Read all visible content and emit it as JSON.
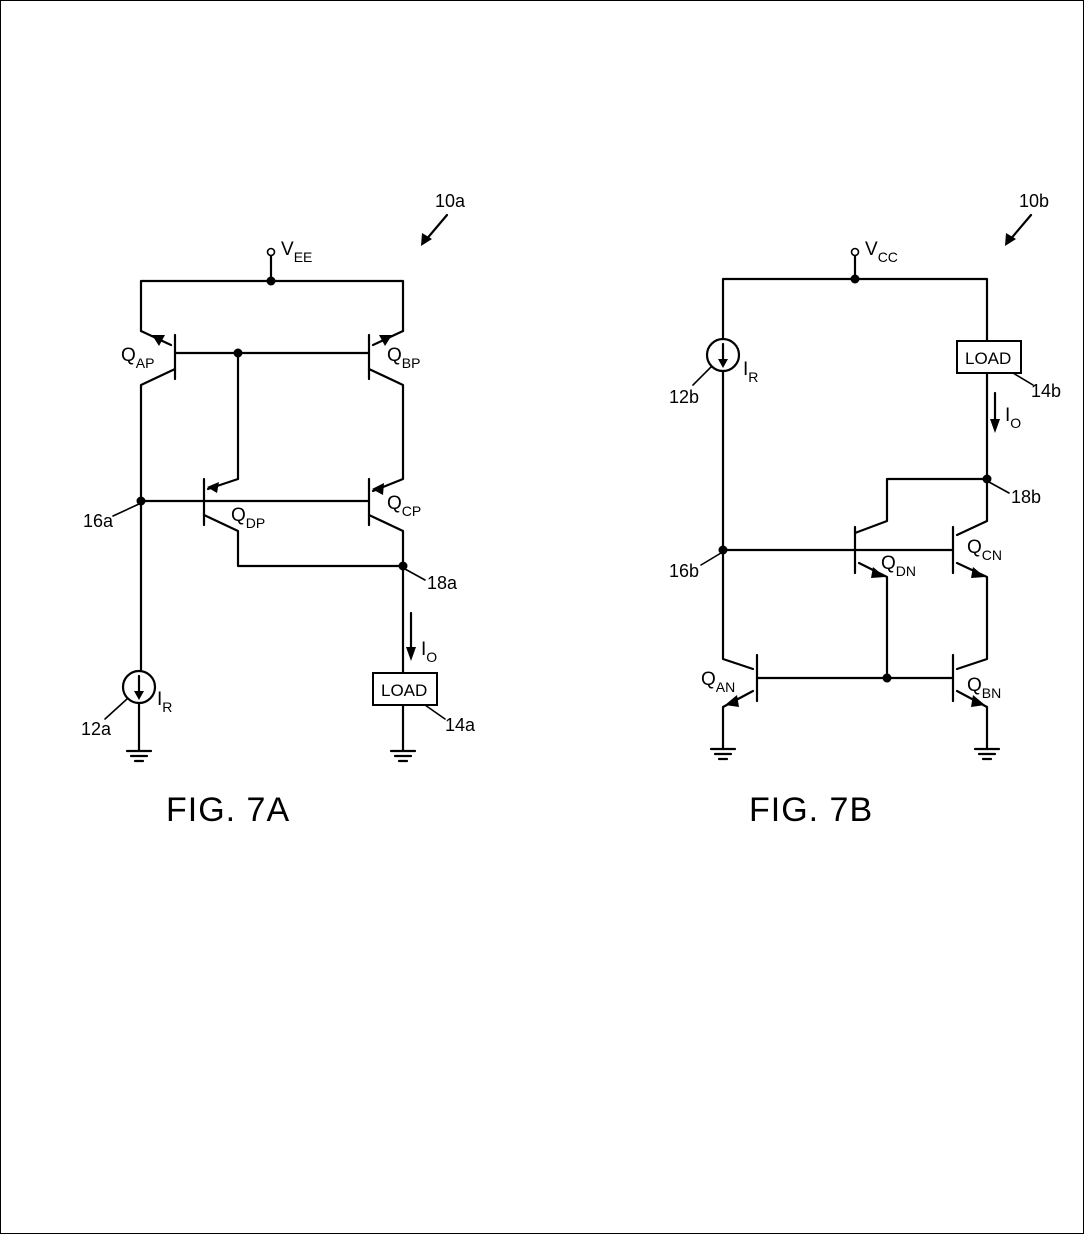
{
  "fig_7a": {
    "ref": "10a",
    "supply": {
      "main": "V",
      "sub": "EE"
    },
    "q_ap": {
      "main": "Q",
      "sub": "AP"
    },
    "q_bp": {
      "main": "Q",
      "sub": "BP"
    },
    "q_cp": {
      "main": "Q",
      "sub": "CP"
    },
    "q_dp": {
      "main": "Q",
      "sub": "DP"
    },
    "node_16": "16a",
    "node_18": "18a",
    "source_ref": "12a",
    "source_label": {
      "main": "I",
      "sub": "R"
    },
    "output_label": {
      "main": "I",
      "sub": "O"
    },
    "load_text": "LOAD",
    "load_ref": "14a",
    "caption": "FIG. 7A"
  },
  "fig_7b": {
    "ref": "10b",
    "supply": {
      "main": "V",
      "sub": "CC"
    },
    "q_an": {
      "main": "Q",
      "sub": "AN"
    },
    "q_bn": {
      "main": "Q",
      "sub": "BN"
    },
    "q_cn": {
      "main": "Q",
      "sub": "CN"
    },
    "q_dn": {
      "main": "Q",
      "sub": "DN"
    },
    "node_16": "16b",
    "node_18": "18b",
    "source_ref": "12b",
    "source_label": {
      "main": "I",
      "sub": "R"
    },
    "output_label": {
      "main": "I",
      "sub": "O"
    },
    "load_text": "LOAD",
    "load_ref": "14b",
    "caption": "FIG. 7B"
  }
}
